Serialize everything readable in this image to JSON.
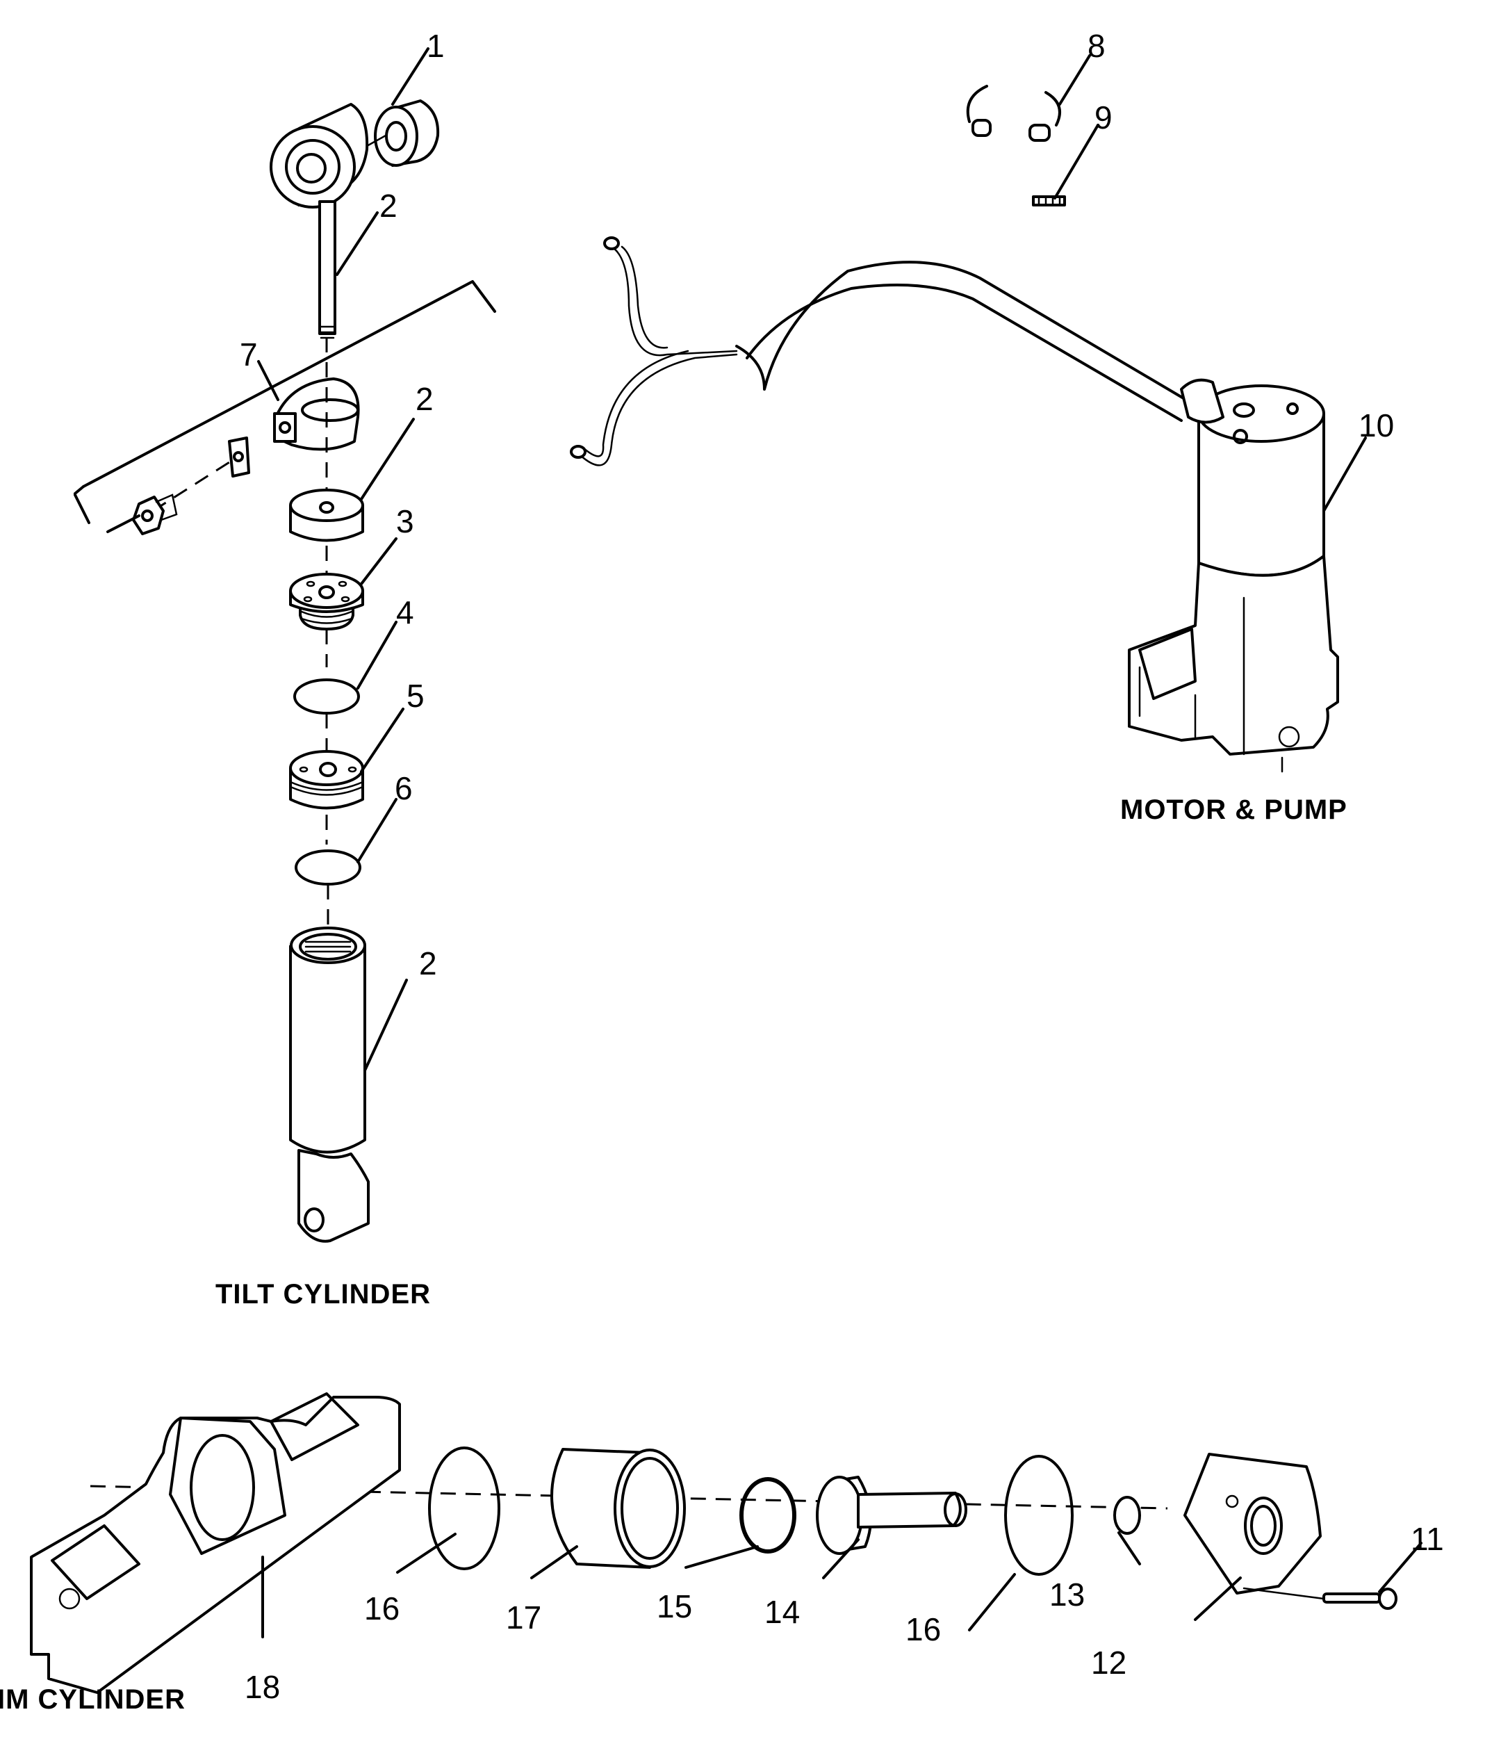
{
  "diagram": {
    "type": "exploded-parts-diagram",
    "assemblies": {
      "tilt_cylinder": "TILT CYLINDER",
      "motor_pump": "MOTOR & PUMP",
      "trim_cylinder": "IM CYLINDER"
    },
    "callouts": {
      "c1": "1",
      "c2a": "2",
      "c7": "7",
      "c2b": "2",
      "c3": "3",
      "c4": "4",
      "c5": "5",
      "c6": "6",
      "c2c": "2",
      "c8": "8",
      "c9": "9",
      "c10": "10",
      "c11": "11",
      "c12": "12",
      "c13": "13",
      "c14": "14",
      "c15": "15",
      "c16a": "16",
      "c16b": "16",
      "c17": "17",
      "c18": "18"
    }
  }
}
